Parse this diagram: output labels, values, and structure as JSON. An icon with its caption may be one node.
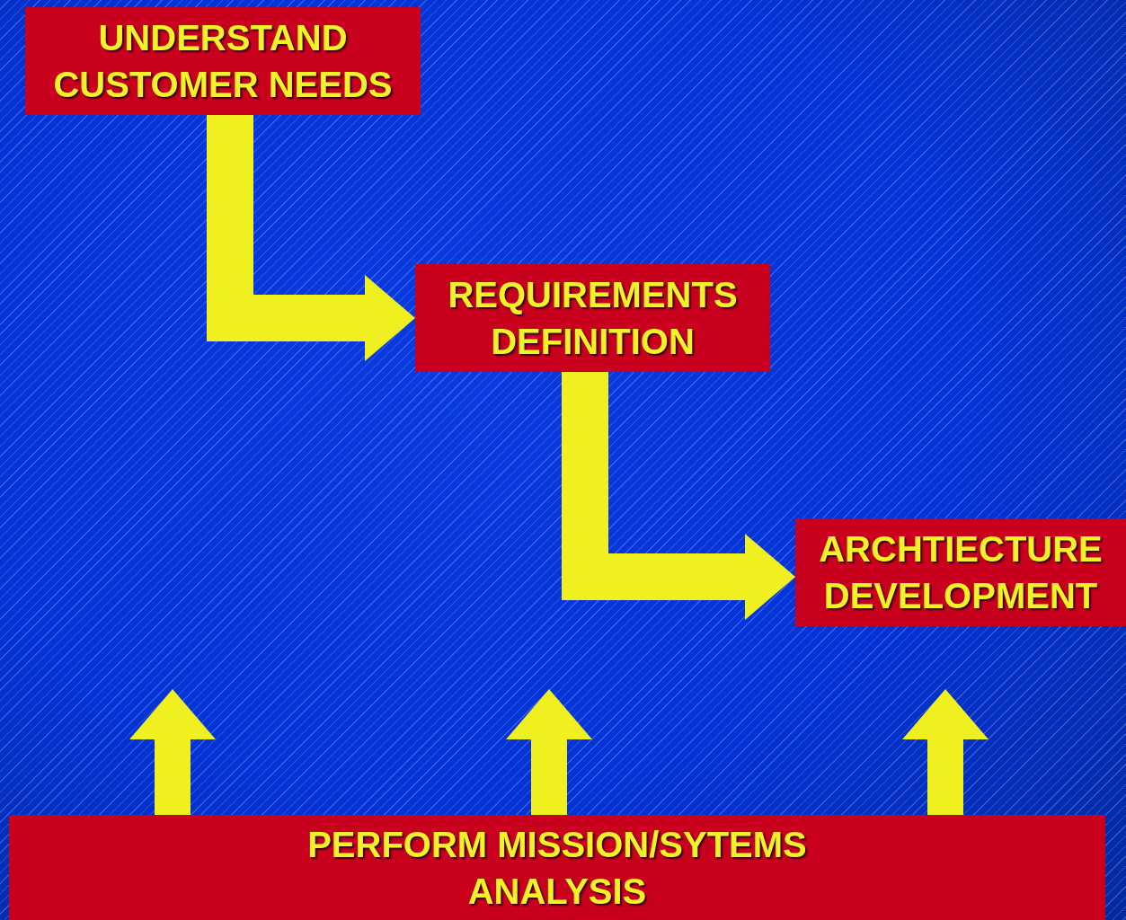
{
  "diagram": {
    "nodes": [
      {
        "text": [
          "UNDERSTAND CUSTOMER NEEDS"
        ]
      },
      {
        "text": [
          "REQUIREMENTS DEFINITION"
        ]
      },
      {
        "text": [
          "ARCHTIECTURE DEVELOPMENT"
        ]
      },
      {
        "text": [
          "PERFORM MISSION/SYTEMS ANALYSIS"
        ]
      }
    ],
    "edges": [
      {
        "from": 0,
        "to": 1,
        "arrow": "to"
      },
      {
        "from": 1,
        "to": 2,
        "arrow": "to"
      },
      {
        "from": 3,
        "to": null,
        "arrow": "to"
      },
      {
        "from": 3,
        "to": null,
        "arrow": "to"
      },
      {
        "from": 3,
        "to": 2,
        "arrow": "to"
      }
    ]
  }
}
